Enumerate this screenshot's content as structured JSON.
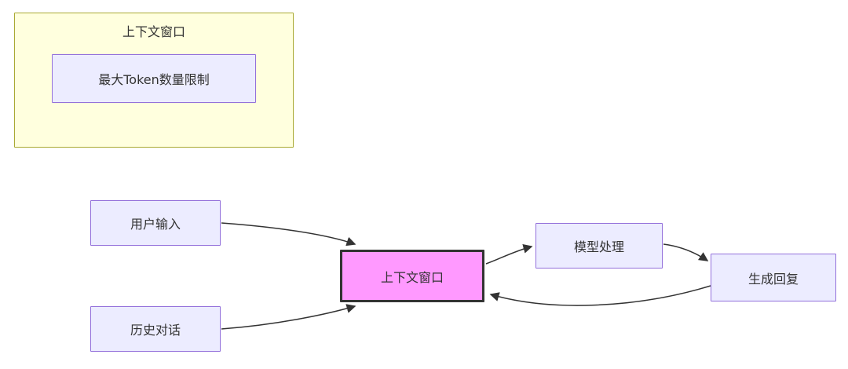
{
  "diagram": {
    "subgraph": {
      "title": "上下文窗口",
      "max_token_node": "最大Token数量限制"
    },
    "nodes": {
      "user_input": "用户输入",
      "history_dialogue": "历史对话",
      "context_window": "上下文窗口",
      "model_processing": "模型处理",
      "generate_reply": "生成回复"
    },
    "edges": [
      {
        "from": "user_input",
        "to": "context_window"
      },
      {
        "from": "history_dialogue",
        "to": "context_window"
      },
      {
        "from": "context_window",
        "to": "model_processing"
      },
      {
        "from": "model_processing",
        "to": "generate_reply"
      },
      {
        "from": "generate_reply",
        "to": "context_window"
      }
    ],
    "colors": {
      "node_fill": "#ECECFF",
      "node_border": "#9370DB",
      "highlight_fill": "#FF99FF",
      "highlight_border": "#333333",
      "subgraph_fill": "#FFFFDE",
      "subgraph_border": "#AAAA33",
      "edge": "#333333",
      "text": "#333333",
      "background": "#FFFFFF"
    }
  }
}
